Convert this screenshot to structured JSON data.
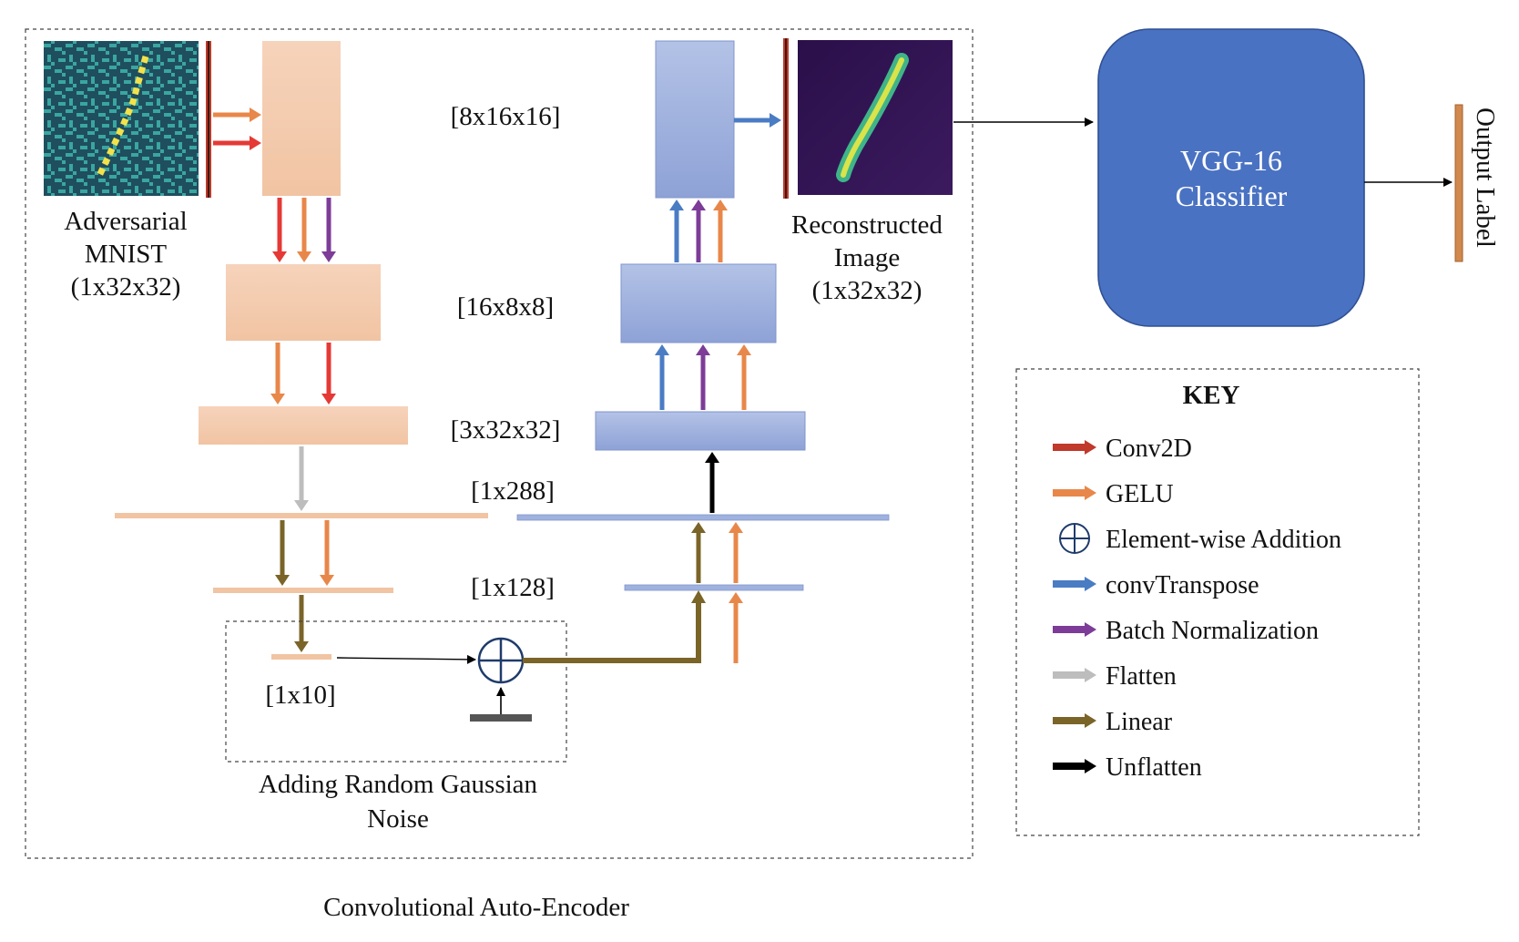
{
  "encoder": {
    "input_label": [
      "Adversarial",
      "MNIST",
      "(1x32x32)"
    ],
    "noise_label": [
      "Adding Random Gaussian",
      "Noise"
    ],
    "latent_label": "[1x10]",
    "title": "Convolutional Auto-Encoder"
  },
  "decoder": {
    "output_label": [
      "Reconstructed",
      "Image",
      "(1x32x32)"
    ]
  },
  "dims": {
    "d1": "[8x16x16]",
    "d2": "[16x8x8]",
    "d3": "[3x32x32]",
    "d4": "[1x288]",
    "d5": "[1x128]"
  },
  "classifier": {
    "label": [
      "VGG-16",
      "Classifier"
    ],
    "output": "Output Label"
  },
  "key": {
    "title": "KEY",
    "items": [
      {
        "label": "Conv2D",
        "color": "#c0392b"
      },
      {
        "label": "GELU",
        "color": "#e8874a"
      },
      {
        "label": "Element-wise Addition",
        "color": "#1f3b6b"
      },
      {
        "label": "convTranspose",
        "color": "#4a7cc4"
      },
      {
        "label": "Batch Normalization",
        "color": "#7d3c98"
      },
      {
        "label": "Flatten",
        "color": "#bdbdbd"
      },
      {
        "label": "Linear",
        "color": "#7a6428"
      },
      {
        "label": "Unflatten",
        "color": "#000000"
      }
    ]
  },
  "colors": {
    "encoder_block": "#f5cdb0",
    "decoder_block": "#9fb1de",
    "vgg_fill": "#4a72c2",
    "conv2d": "#e53935",
    "gelu": "#e8874a",
    "batchnorm": "#7d3c98",
    "convtranspose": "#4a7cc4",
    "flatten": "#bdbdbd",
    "linear": "#7a6428",
    "unflatten": "#000000"
  }
}
